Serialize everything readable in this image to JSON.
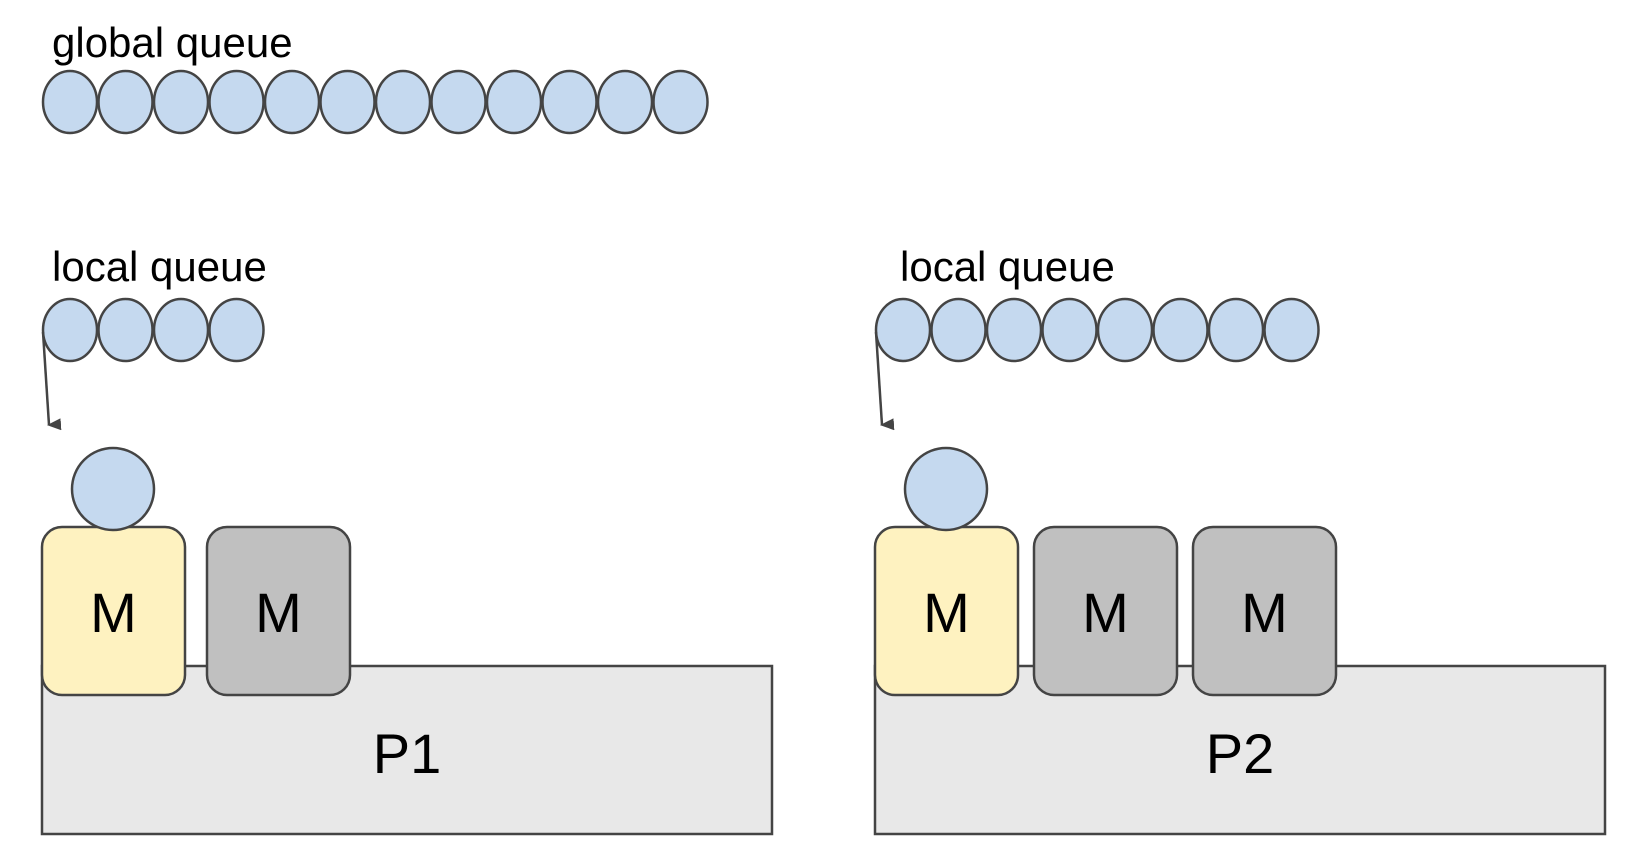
{
  "colors": {
    "goroutine_fill": "#c5d9ef",
    "outline": "#444444",
    "processor_fill": "#e8e8e8",
    "running_thread_fill": "#fef2c0",
    "idle_thread_fill": "#c0c0c0"
  },
  "global_queue": {
    "label": "global queue",
    "goroutine_count": 12
  },
  "processors": [
    {
      "label": "P1",
      "local_queue": {
        "label": "local queue",
        "goroutine_count": 4
      },
      "threads": [
        {
          "label": "M",
          "state": "running",
          "has_goroutine": true
        },
        {
          "label": "M",
          "state": "idle",
          "has_goroutine": false
        }
      ]
    },
    {
      "label": "P2",
      "local_queue": {
        "label": "local queue",
        "goroutine_count": 8
      },
      "threads": [
        {
          "label": "M",
          "state": "running",
          "has_goroutine": true
        },
        {
          "label": "M",
          "state": "idle",
          "has_goroutine": false
        },
        {
          "label": "M",
          "state": "idle",
          "has_goroutine": false
        }
      ]
    }
  ]
}
